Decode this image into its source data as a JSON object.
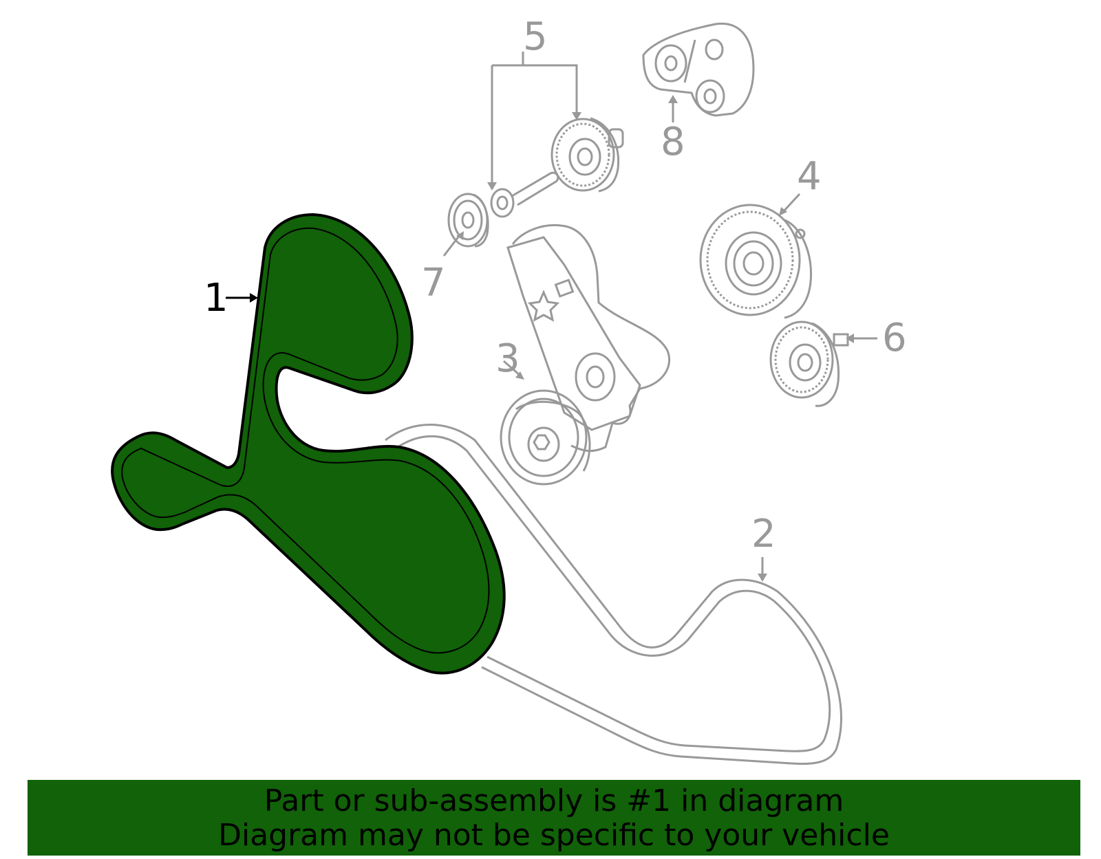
{
  "callouts": {
    "c1": "1",
    "c2": "2",
    "c3": "3",
    "c4": "4",
    "c5": "5",
    "c6": "6",
    "c7": "7",
    "c8": "8"
  },
  "highlight_part": "1",
  "colors": {
    "highlight_fill": "#116208",
    "highlight_stroke": "#000000",
    "part_stroke": "#999999",
    "banner_bg": "#116208"
  },
  "banner": {
    "line1": "Part or sub-assembly is #1 in diagram",
    "line2": "Diagram may not be specific to your vehicle"
  }
}
